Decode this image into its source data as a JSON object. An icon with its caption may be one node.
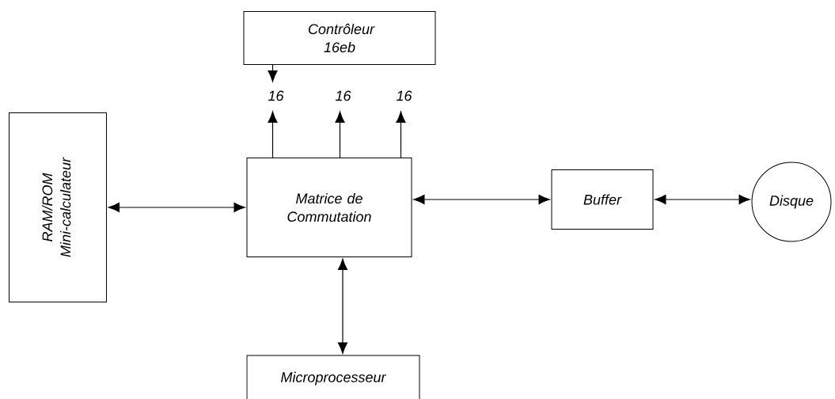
{
  "diagram": {
    "nodes": [
      {
        "text": [
          "Contrôleur 16eb"
        ]
      },
      {
        "text": [
          "RAM/ROM",
          "Mini-calculateur"
        ]
      },
      {
        "text": [
          "Matrice de Commutation"
        ]
      },
      {
        "text": [
          "Buffer"
        ]
      },
      {
        "text": [
          "Disque"
        ]
      },
      {
        "text": [
          "Microprocesseur"
        ]
      }
    ],
    "edges": [
      {
        "from": 0,
        "to": null,
        "arrow": "to"
      },
      {
        "from": 2,
        "to": null,
        "arrow": "to",
        "label": "16"
      },
      {
        "from": 2,
        "to": null,
        "arrow": "to",
        "label": "16"
      },
      {
        "from": 2,
        "to": null,
        "arrow": "to",
        "label": "16"
      },
      {
        "from": 1,
        "to": 2,
        "arrow": "both"
      },
      {
        "from": 2,
        "to": 3,
        "arrow": "both"
      },
      {
        "from": 3,
        "to": 4,
        "arrow": "both"
      },
      {
        "from": 2,
        "to": 5,
        "arrow": "both"
      }
    ]
  }
}
